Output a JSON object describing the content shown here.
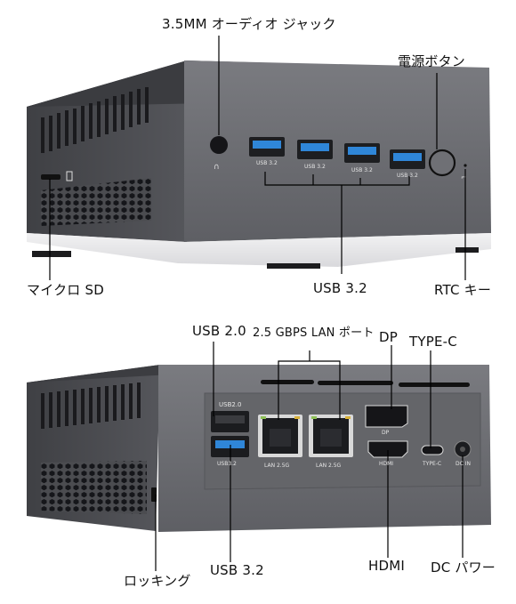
{
  "top": {
    "labels": {
      "audio": "3.5MM オーディオ ジャック",
      "power": "電源ボタン",
      "microsd": "マイクロ SD",
      "usb32": "USB 3.2",
      "rtc": "RTC キー"
    },
    "port_text": {
      "usb": "USB 3.2"
    }
  },
  "bottom": {
    "labels": {
      "usb20": "USB 2.0",
      "lan": "2.5 GBPS LAN ポート",
      "dp": "DP",
      "typec": "TYPE-C",
      "locking": "ロッキング",
      "usb32": "USB 3.2",
      "hdmi": "HDMI",
      "dc": "DC パワー"
    },
    "port_text": {
      "usb20": "USB2.0",
      "usb32": "USB3.2",
      "lan1": "LAN 2.5G",
      "lan2": "LAN 2.5G",
      "dp": "DP",
      "hdmi": "HDMI",
      "typec": "TYPE-C",
      "dc": "DC IN"
    }
  },
  "colors": {
    "case_dark": "#4a4b4f",
    "case_front": "#6c6d72",
    "usb_blue": "#2f86d8",
    "lines": "#000000"
  }
}
